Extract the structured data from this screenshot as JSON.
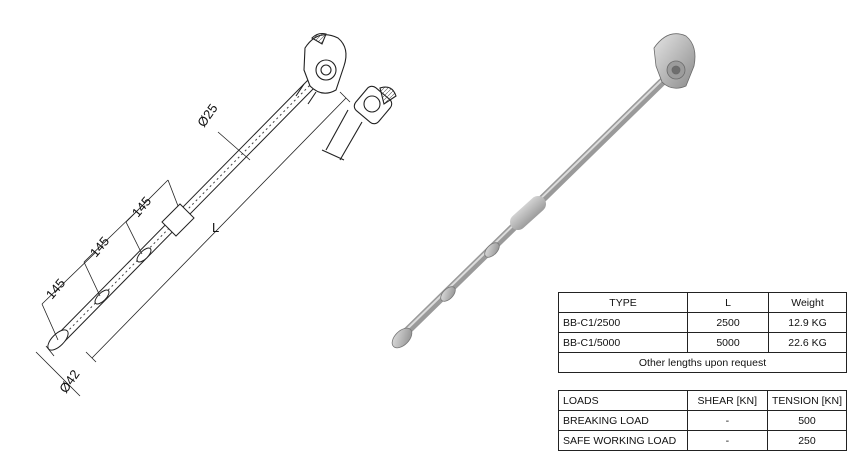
{
  "dimensions": {
    "diameter_rod": "Ø25",
    "length": "L",
    "spacing_1": "145",
    "spacing_2": "145",
    "spacing_3": "145",
    "diameter_plate": "Ø42"
  },
  "type_table": {
    "headers": [
      "TYPE",
      "L",
      "Weight"
    ],
    "rows": [
      [
        "BB-C1/2500",
        "2500",
        "12.9 KG"
      ],
      [
        "BB-C1/5000",
        "5000",
        "22.6 KG"
      ]
    ],
    "note": "Other lengths upon request"
  },
  "loads_table": {
    "headers": [
      "LOADS",
      "SHEAR [KN]",
      "TENSION [KN]"
    ],
    "rows": [
      [
        "BREAKING LOAD",
        "-",
        "500"
      ],
      [
        "SAFE WORKING LOAD",
        "-",
        "250"
      ]
    ]
  }
}
